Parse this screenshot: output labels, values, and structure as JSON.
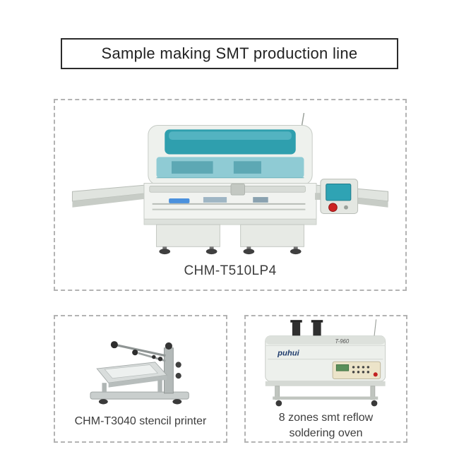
{
  "title": "Sample making SMT production line",
  "machines": {
    "pick_and_place": {
      "caption": "CHM-T510LP4"
    },
    "stencil_printer": {
      "caption": "CHM-T3040 stencil printer"
    },
    "reflow_oven": {
      "caption": "8 zones smt reflow soldering oven",
      "brand": "puhui",
      "model": "T-960"
    }
  },
  "colors": {
    "glass_teal": "#2f9fae",
    "screen_teal": "#2fa3b4",
    "emergency_stop_red": "#cc2222",
    "machine_body": "#eef1ed",
    "title_border": "#2b2b2b",
    "dashed_border": "#b3b3b3",
    "oven_brand_navy": "#1d3a6b",
    "panel_beige": "#ece4c9"
  }
}
